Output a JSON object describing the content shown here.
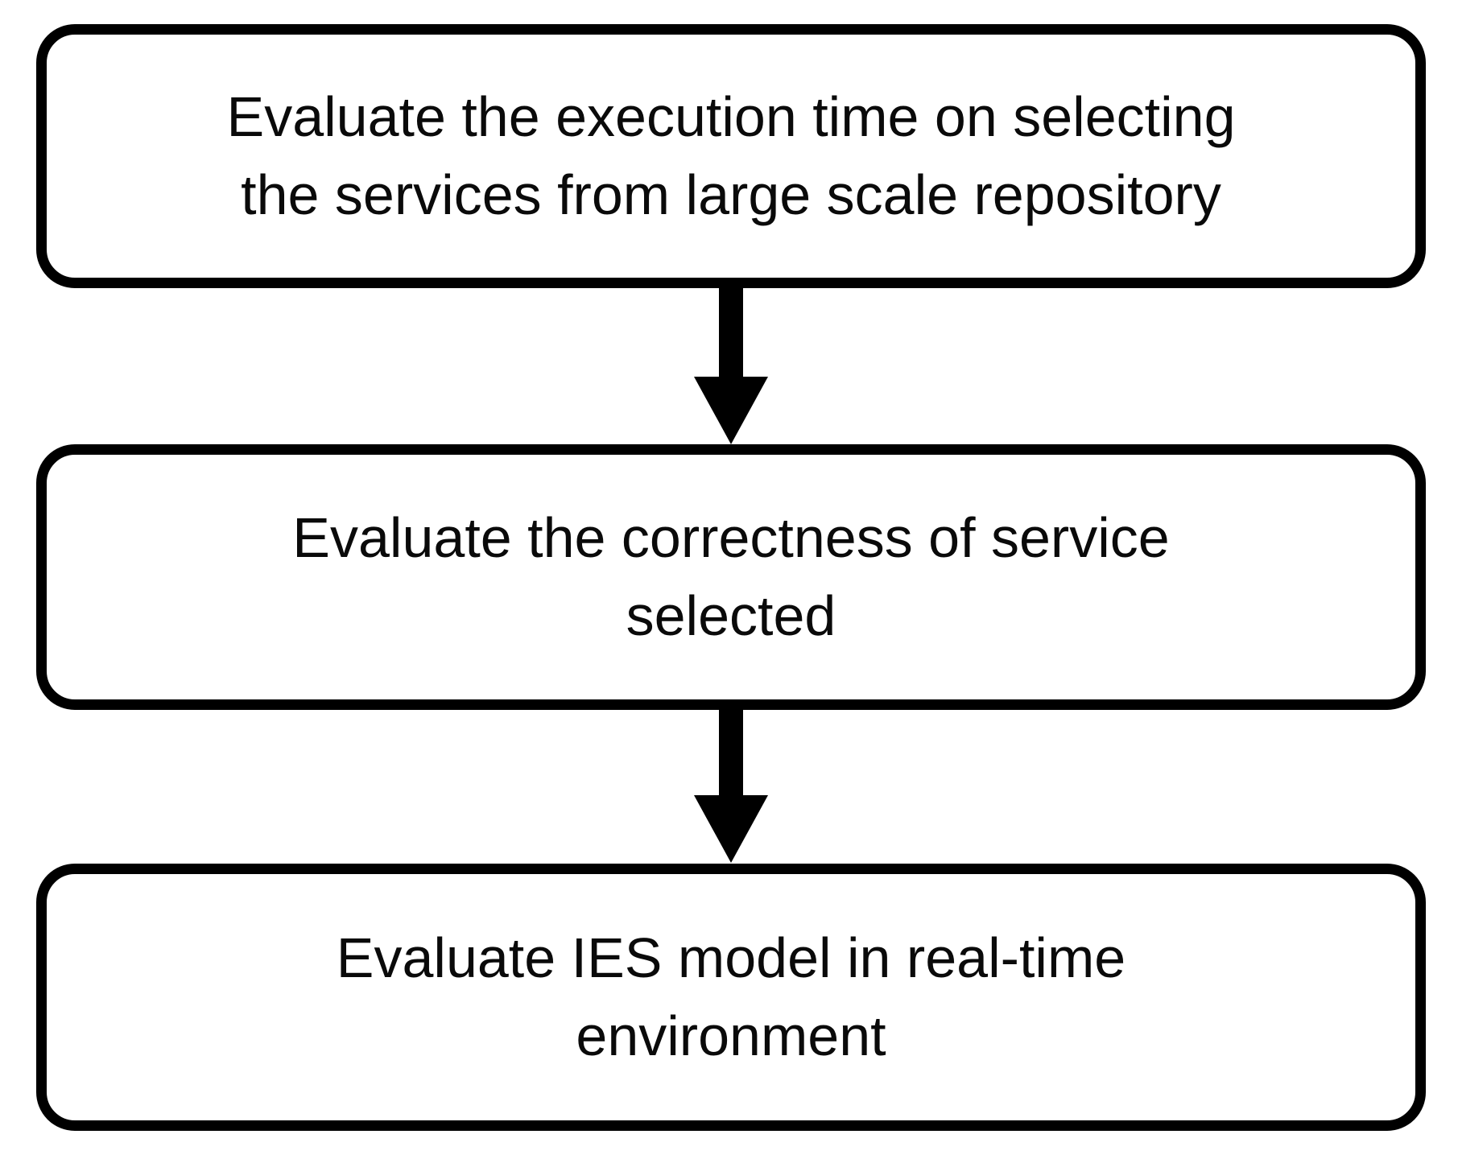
{
  "diagram": {
    "type": "flowchart",
    "direction": "top-down",
    "background_color": "#ffffff",
    "box_border_color": "#000000",
    "box_fill_color": "#ffffff",
    "arrow_color": "#000000",
    "text_color": "#0a0a0a",
    "boxes": [
      {
        "id": "step-1",
        "lines": [
          "Evaluate the execution time on selecting",
          "the services from large scale repository"
        ]
      },
      {
        "id": "step-2",
        "lines": [
          "Evaluate the correctness of service",
          "selected"
        ]
      },
      {
        "id": "step-3",
        "lines": [
          "Evaluate IES model in real-time",
          "environment"
        ]
      }
    ],
    "connections": [
      {
        "from": "step-1",
        "to": "step-2",
        "style": "solid-thick-down-arrow"
      },
      {
        "from": "step-2",
        "to": "step-3",
        "style": "solid-thick-down-arrow"
      }
    ]
  }
}
